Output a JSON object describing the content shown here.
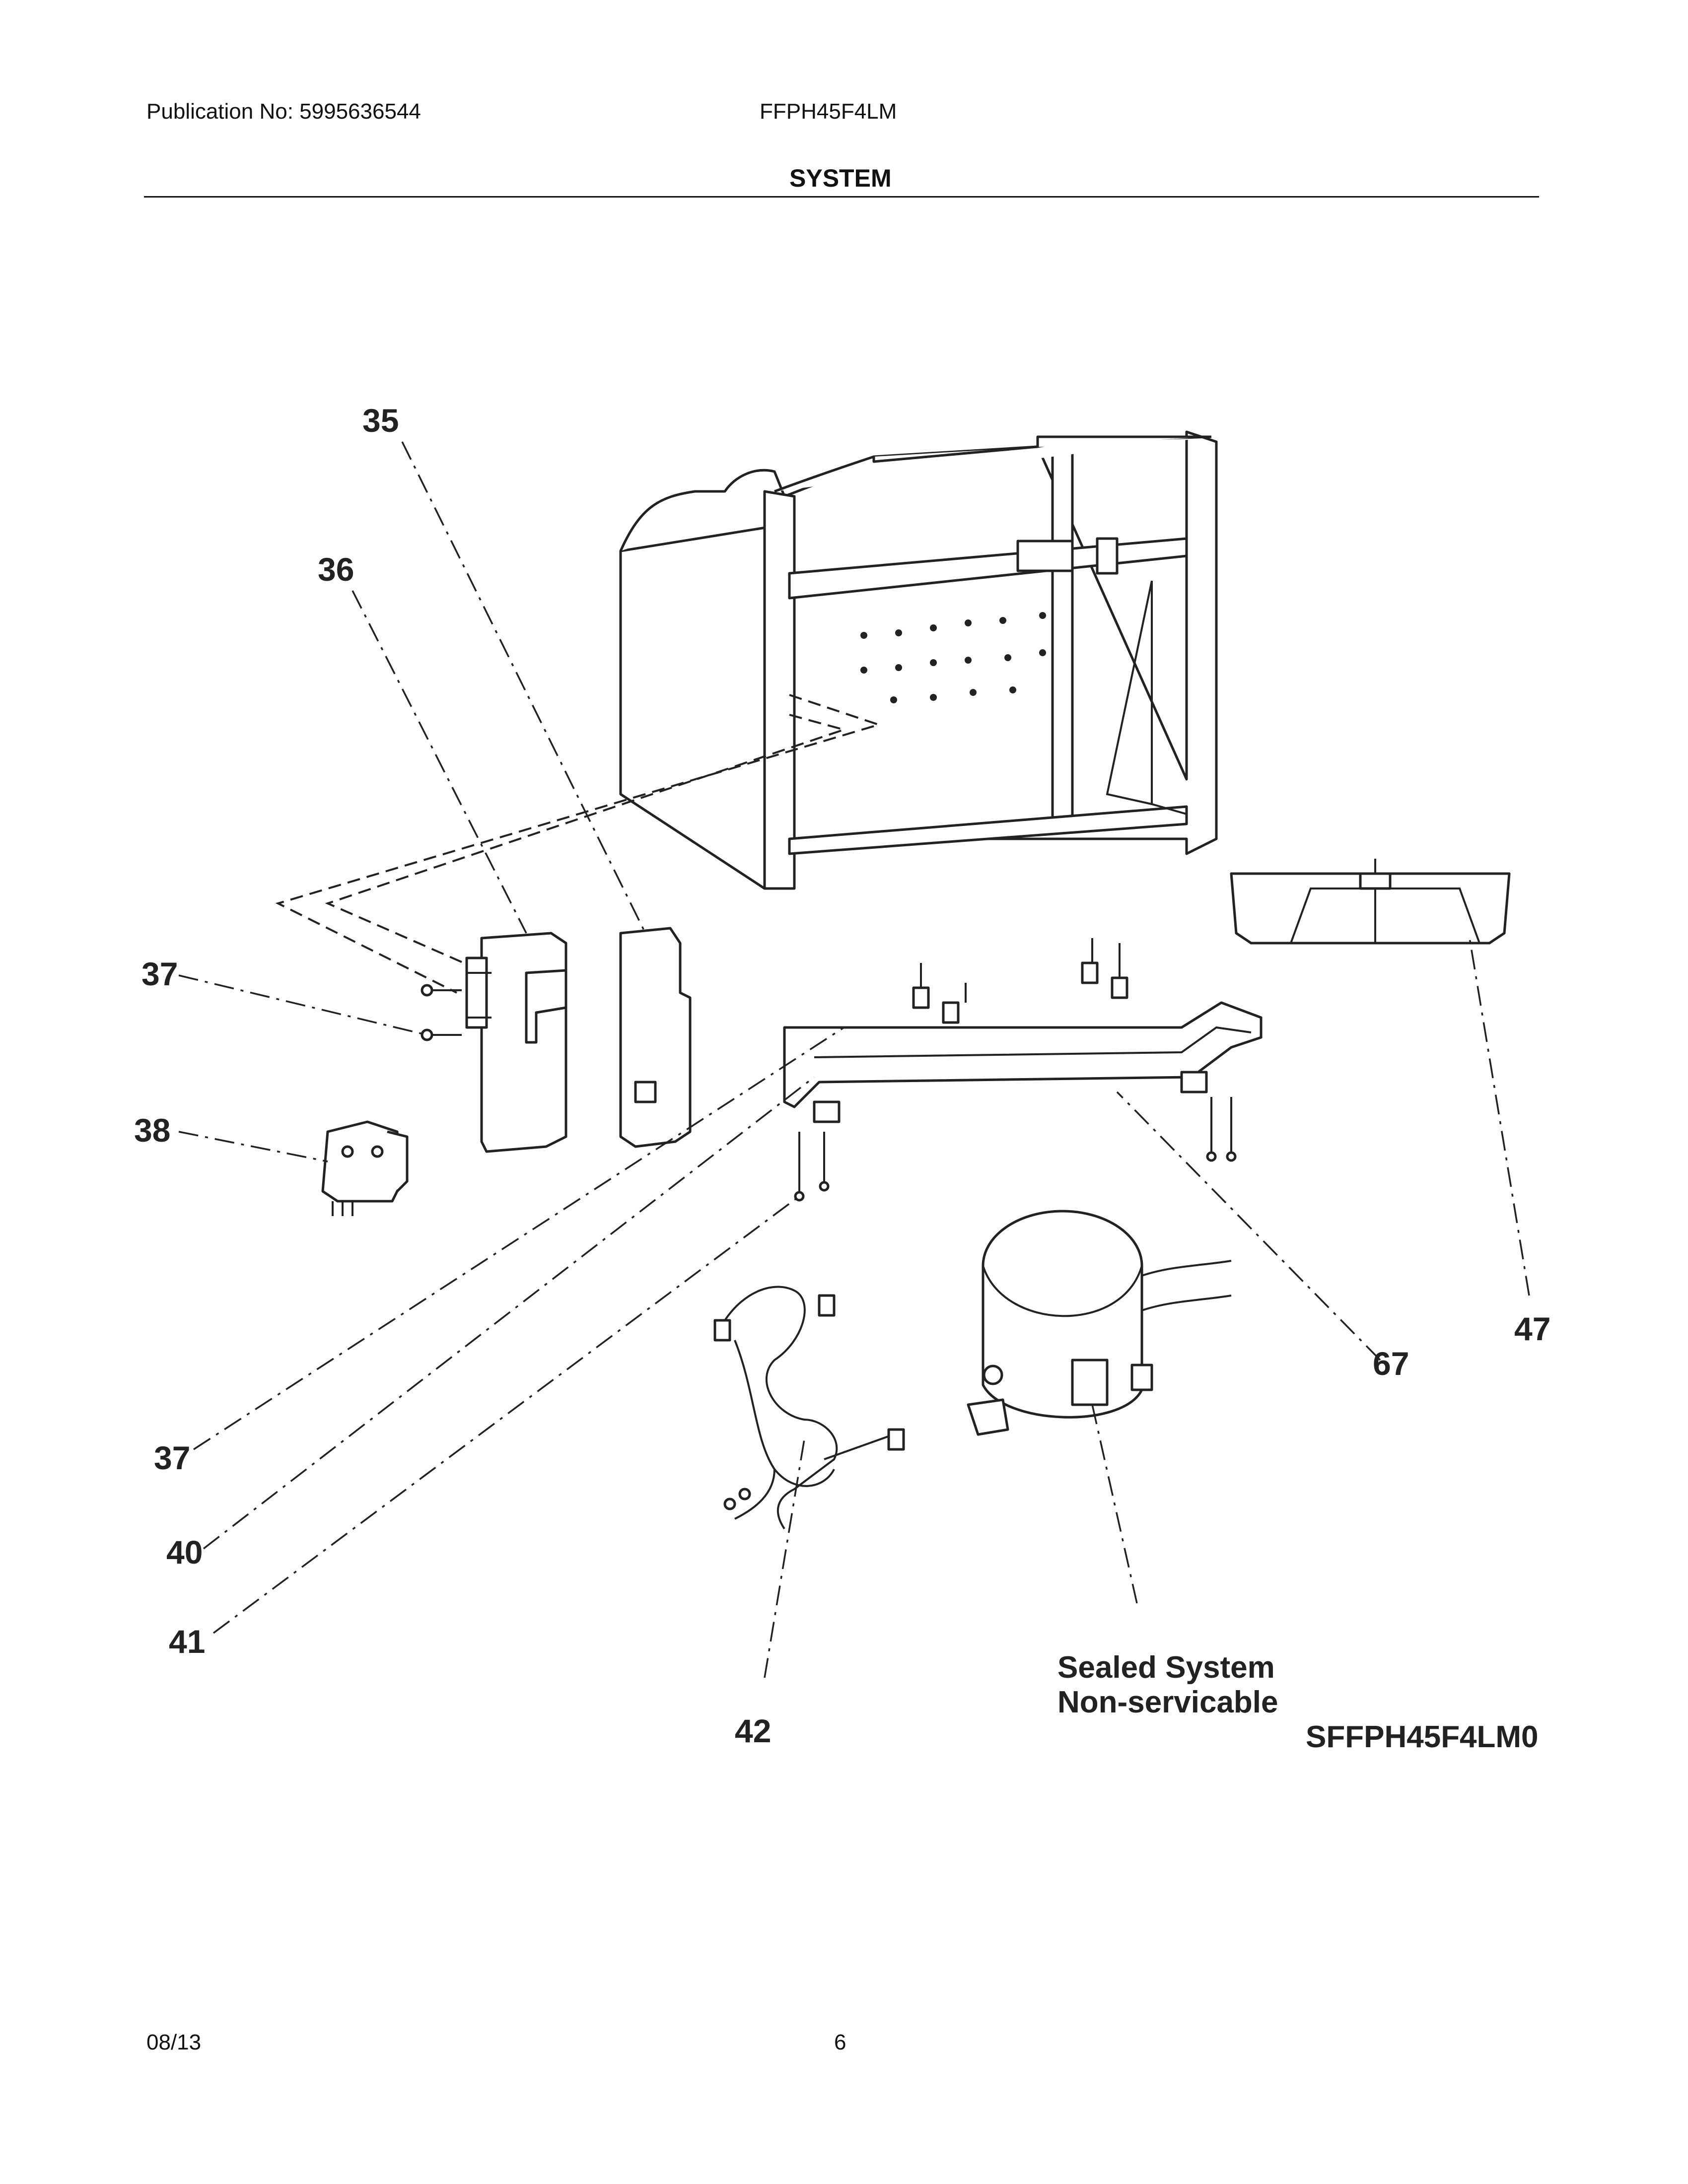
{
  "header": {
    "publication": "Publication No: 5995636544",
    "model": "FFPH45F4LM",
    "section_title": "SYSTEM"
  },
  "diagram": {
    "callouts": {
      "c35": "35",
      "c36": "36",
      "c37a": "37",
      "c38": "38",
      "c37b": "37",
      "c40": "40",
      "c41": "41",
      "c42": "42",
      "c67": "67",
      "c47": "47"
    },
    "note_line1": "Sealed System",
    "note_line2": "Non-servicable",
    "drawing_code": "SFFPH45F4LM0"
  },
  "footer": {
    "date": "08/13",
    "page": "6"
  }
}
